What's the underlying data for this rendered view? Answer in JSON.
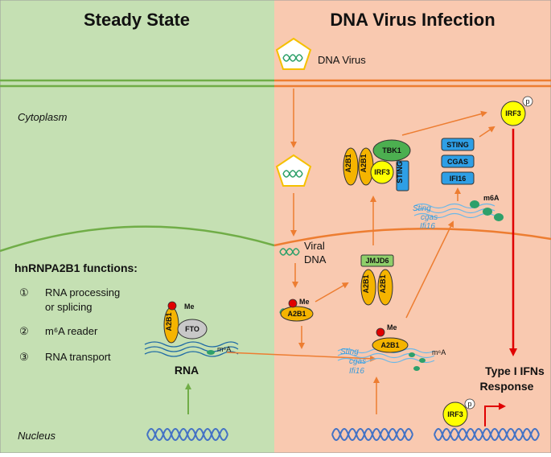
{
  "panels": {
    "left_title": "Steady State",
    "right_title": "DNA Virus Infection"
  },
  "compartments": {
    "cytoplasm": "Cytoplasm",
    "nucleus": "Nucleus"
  },
  "left": {
    "functions_heading": "hnRNPA2B1 functions:",
    "functions": [
      {
        "marker": "①",
        "line1": "RNA processing",
        "line2": "or splicing"
      },
      {
        "marker": "②",
        "line1": "m⁶A reader",
        "line2": ""
      },
      {
        "marker": "③",
        "line1": "RNA transport",
        "line2": ""
      }
    ],
    "protein_a2b1": "A2B1",
    "protein_fto": "FTO",
    "methyl": "Me",
    "mark_m6a": "m⁶A",
    "rna_label": "RNA"
  },
  "right": {
    "dna_virus": "DNA Virus",
    "viral_dna_line1": "Viral",
    "viral_dna_line2": "DNA",
    "a2b1": "A2B1",
    "methyl": "Me",
    "jmjd6": "JMJD6",
    "tbk1": "TBK1",
    "irf3": "IRF3",
    "sting": "STING",
    "cgas": "CGAS",
    "ifi16": "IFI16",
    "phospho": "p",
    "mark_m6a_cyto": "m6A",
    "mark_m6a_nuc": "m⁶A",
    "genes": [
      "Sting",
      "cgas",
      "Ifi16"
    ],
    "response_line1": "Type I IFNs",
    "response_line2": "Response"
  },
  "colors": {
    "left_bg": "#c5e0b3",
    "right_bg": "#f9c9b0",
    "membrane_left": "#70ad47",
    "membrane_right": "#ed7d31",
    "arrow": "#ed7d31",
    "a2b1_fill": "#f5b400",
    "irf3_fill": "#ffff00",
    "sting_fill": "#2e9fe6",
    "tbk1_fill": "#4caf50",
    "jmjd6_fill": "#8fcf6a",
    "response_arrow": "#e00000",
    "dna_blue": "#4472c4",
    "methyl_red": "#e00000"
  }
}
